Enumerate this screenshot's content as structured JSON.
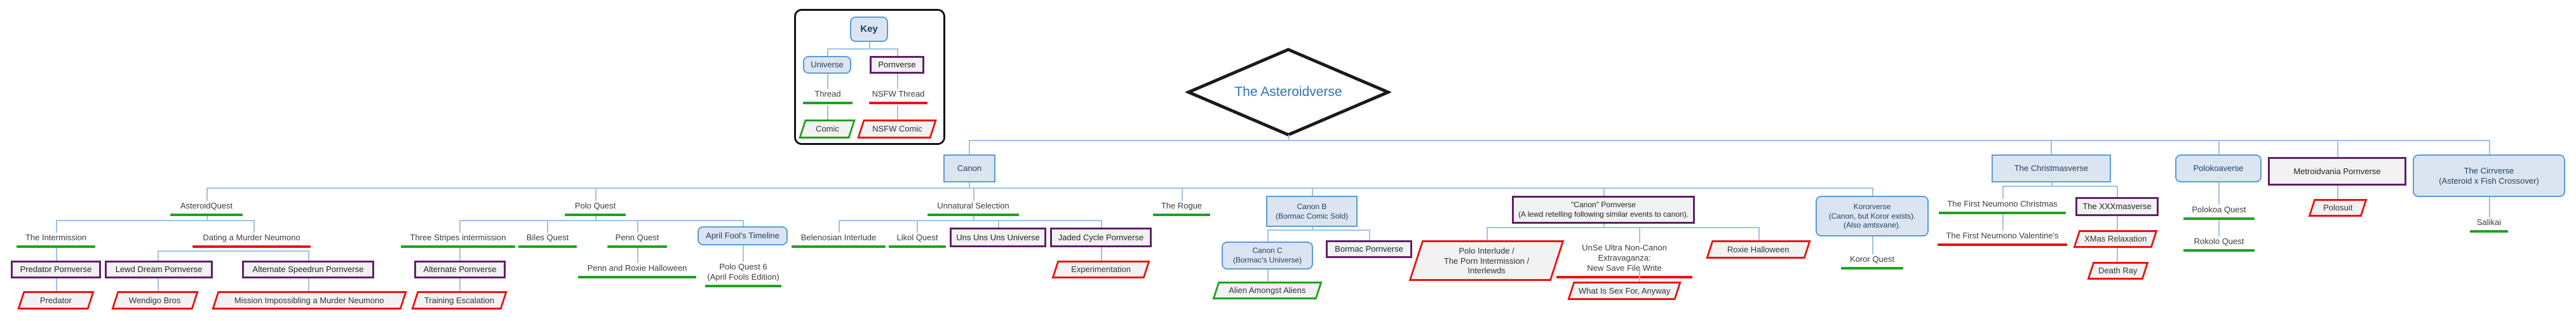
{
  "root": {
    "label": "The Asteroidverse"
  },
  "key": {
    "panel_name": "Key"
  },
  "colors": {
    "universe_fill": "#dbe5f1",
    "universe_border": "#5b9bd5",
    "pornverse_border": "#5f2167",
    "thread_green": "#22a022",
    "nsfw_red": "#ee1111",
    "connector_blue": "#9dc3e6",
    "diamond_text": "#2e75b6"
  },
  "nodes": {
    "key_title": {
      "label": "Key",
      "type": "universe-round"
    },
    "key_universe": {
      "label": "Universe",
      "type": "universe-round"
    },
    "key_pornverse": {
      "label": "Pornverse",
      "type": "pornverse"
    },
    "key_thread": {
      "label": "Thread",
      "type": "thread"
    },
    "key_nsfw_thread": {
      "label": "NSFW Thread",
      "type": "nsfw-thread"
    },
    "key_comic": {
      "label": "Comic",
      "type": "comic"
    },
    "key_nsfw_comic": {
      "label": "NSFW Comic",
      "type": "nsfw-comic"
    },
    "canon": {
      "label": "Canon",
      "type": "universe"
    },
    "asteroidquest": {
      "label": "AsteroidQuest",
      "type": "thread"
    },
    "the_intermission": {
      "label": "The Intermission",
      "type": "thread"
    },
    "predator_pornverse": {
      "label": "Predator Pornverse",
      "type": "pornverse"
    },
    "predator": {
      "label": "Predator",
      "type": "nsfw-comic"
    },
    "dating": {
      "label": "Dating a Murder Neumono",
      "type": "nsfw-thread"
    },
    "lewd_dream": {
      "label": "Lewd Dream Pornverse",
      "type": "pornverse"
    },
    "wendigo": {
      "label": "Wendigo Bros",
      "type": "nsfw-comic"
    },
    "alt_speedrun": {
      "label": "Alternate Speedrun Pornverse",
      "type": "pornverse"
    },
    "mission": {
      "label": "Mission Impossibling a Murder Neumono",
      "type": "nsfw-comic"
    },
    "polo_quest": {
      "label": "Polo Quest",
      "type": "thread"
    },
    "three_stripes": {
      "label": "Three Stripes intermission",
      "type": "thread"
    },
    "alt_pornverse": {
      "label": "Alternate Pornverse",
      "type": "pornverse"
    },
    "training": {
      "label": "Training Escalation",
      "type": "nsfw-comic"
    },
    "biles": {
      "label": "Biles Quest",
      "type": "thread"
    },
    "penn": {
      "label": "Penn Quest",
      "type": "thread"
    },
    "penn_roxie": {
      "label": "Penn and Roxie Halloween",
      "type": "thread"
    },
    "april_fools": {
      "label": "April Fool's Timeline",
      "type": "universe-round"
    },
    "polo_quest6": {
      "label": "Polo Quest 6\n(April Fools Edition)",
      "type": "thread"
    },
    "unnatural": {
      "label": "Unnatural Selection",
      "type": "thread"
    },
    "belenosian": {
      "label": "Belenosian Interlude",
      "type": "thread"
    },
    "likol": {
      "label": "Likol Quest",
      "type": "thread"
    },
    "uns_universe": {
      "label": "Uns Uns Uns Universe",
      "type": "pornverse"
    },
    "jaded": {
      "label": "Jaded Cycle Pornverse",
      "type": "pornverse"
    },
    "experimentation": {
      "label": "Experimentation",
      "type": "nsfw-comic"
    },
    "rogue": {
      "label": "The Rogue",
      "type": "thread"
    },
    "canon_b": {
      "label": "Canon B\n(Bormac Comic Sold)",
      "type": "universe"
    },
    "canon_c": {
      "label": "Canon C\n(Bormac's Universe)",
      "type": "universe-round"
    },
    "bormac": {
      "label": "Bormac Pornverse",
      "type": "pornverse"
    },
    "alien": {
      "label": "Alien Amongst Aliens",
      "type": "comic"
    },
    "canon_pv": {
      "label": "\"Canon\" Pornverse\n(A lewd retelling following similar events to canon).",
      "type": "pornverse"
    },
    "polo_interlude": {
      "label": "Polo Interlude /\nThe Porn Intermission /\nInterlewds",
      "type": "nsfw-comic"
    },
    "unse": {
      "label": "UnSe Ultra Non-Canon Extravaganza:\nNew Save File Write",
      "type": "nsfw-thread"
    },
    "what_sex": {
      "label": "What Is Sex For, Anyway",
      "type": "nsfw-comic"
    },
    "roxie": {
      "label": "Roxie Halloween",
      "type": "nsfw-comic"
    },
    "kororverse": {
      "label": "Kororverse\n(Canon, but Koror exists).\n(Also amtsvane).",
      "type": "universe-round"
    },
    "koror_quest": {
      "label": "Koror Quest",
      "type": "thread"
    },
    "christmasverse": {
      "label": "The Christmasverse",
      "type": "universe"
    },
    "first_christmas": {
      "label": "The First Neumono Christmas",
      "type": "thread"
    },
    "first_valentine": {
      "label": "The First Neumono Valentine's",
      "type": "nsfw-thread"
    },
    "xxxmasverse": {
      "label": "The XXXmasverse",
      "type": "pornverse"
    },
    "xmas_relax": {
      "label": "XMas Relaxation",
      "type": "nsfw-comic"
    },
    "death_ray": {
      "label": "Death Ray",
      "type": "nsfw-comic"
    },
    "polokoaverse": {
      "label": "Polokoaverse",
      "type": "universe-round"
    },
    "polokoa_quest": {
      "label": "Polokoa Quest",
      "type": "thread"
    },
    "rokolo_quest": {
      "label": "Rokolo Quest",
      "type": "thread"
    },
    "metroidvania": {
      "label": "Metroidvania Pornverse",
      "type": "pornverse"
    },
    "polosuit": {
      "label": "Polosuit",
      "type": "nsfw-comic"
    },
    "cirrverse": {
      "label": "The Cirrverse\n(Asteroid x Fish Crossover)",
      "type": "universe-round"
    },
    "salikai": {
      "label": "Salikai",
      "type": "thread"
    }
  }
}
